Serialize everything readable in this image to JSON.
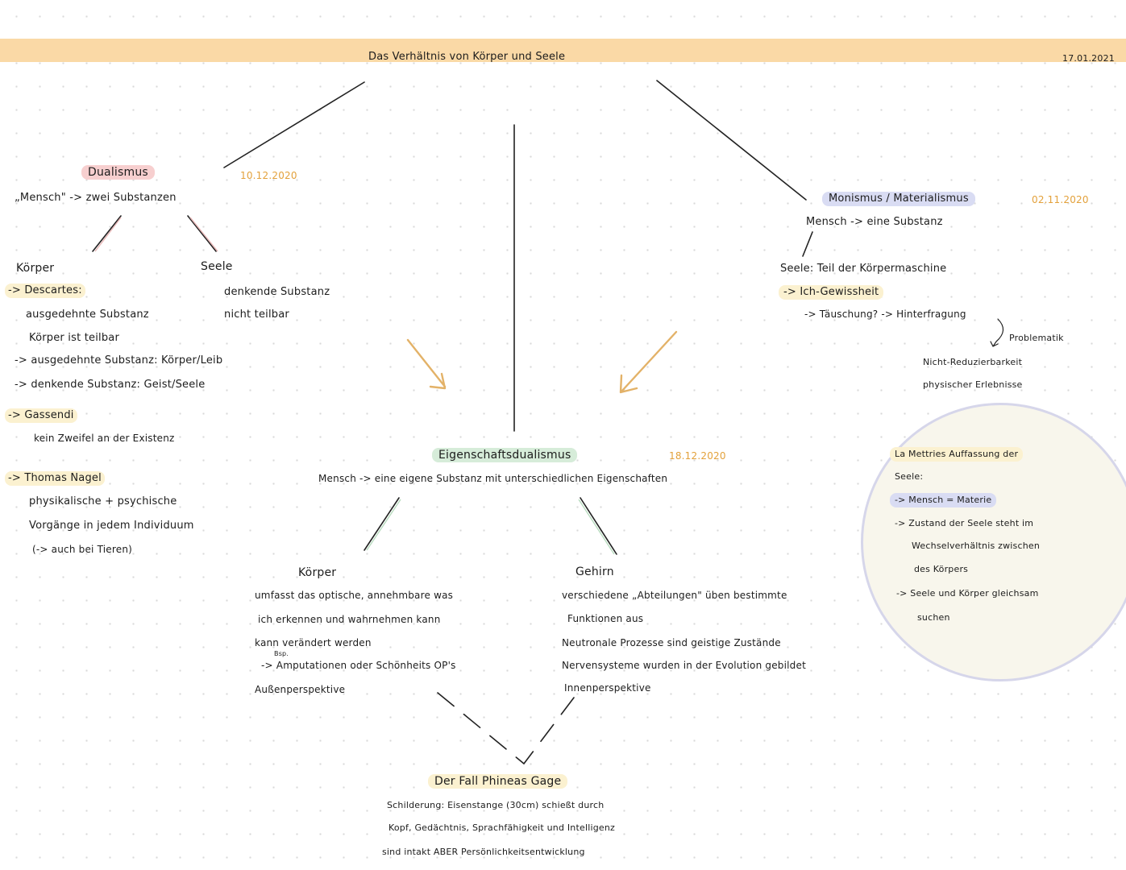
{
  "header": {
    "title": "Das Verhältnis von Körper und Seele",
    "date": "17.01.2021"
  },
  "dualismus": {
    "title": "Dualismus",
    "date": "10.12.2020",
    "definition": "„Mensch\" -> zwei Substanzen",
    "koerper_label": "Körper",
    "seele_label": "Seele",
    "descartes": "-> Descartes:",
    "descartes_items": [
      "ausgedehnte Substanz",
      "Körper ist teilbar",
      "-> ausgedehnte Substanz: Körper/Leib",
      "-> denkende Substanz: Geist/Seele"
    ],
    "seele_items": [
      "denkende Substanz",
      "nicht teilbar"
    ],
    "gassendi": "-> Gassendi",
    "gassendi_item": "kein Zweifel an der Existenz",
    "nagel": "-> Thomas Nagel",
    "nagel_items": [
      "physikalische + psychische",
      "Vorgänge in jedem Individuum",
      "(-> auch bei Tieren)"
    ]
  },
  "monismus": {
    "title": "Monismus / Materialismus",
    "date": "02.11.2020",
    "definition": "Mensch -> eine Substanz",
    "items": [
      "Seele: Teil der Körpermaschine",
      "-> Ich-Gewissheit",
      "-> Täuschung? -> Hinterfragung"
    ],
    "problem_label": "Problematik",
    "problem_items": [
      "Nicht-Reduzierbarkeit",
      "physischer Erlebnisse"
    ],
    "mettrie": [
      "La Mettries Auffassung der",
      "Seele:",
      "-> Mensch = Materie",
      "-> Zustand der Seele steht im",
      "Wechselverhältnis zwischen",
      "des Körpers",
      "-> Seele und Körper gleichsam",
      "suchen"
    ]
  },
  "eigenschaft": {
    "title": "Eigenschaftsdualismus",
    "date": "18.12.2020",
    "definition": "Mensch -> eine eigene Substanz mit unterschiedlichen Eigenschaften",
    "koerper_label": "Körper",
    "koerper_items": [
      "umfasst das optische, annehmbare was",
      "ich erkennen und wahrnehmen kann",
      "kann verändert werden",
      "Bsp.",
      "-> Amputationen oder Schönheits OP's",
      "Außenperspektive"
    ],
    "gehirn_label": "Gehirn",
    "gehirn_items": [
      "verschiedene „Abteilungen\" üben bestimmte",
      "Funktionen aus",
      "Neutronale Prozesse sind geistige Zustände",
      "Nervensysteme wurden in der Evolution gebildet",
      "Innenperspektive"
    ]
  },
  "gage": {
    "title": "Der Fall Phineas Gage",
    "items": [
      "Schilderung: Eisenstange (30cm) schießt durch",
      "Kopf, Gedächtnis, Sprachfähigkeit und Intelligenz",
      "sind intakt ABER Persönlichkeitsentwicklung"
    ]
  }
}
